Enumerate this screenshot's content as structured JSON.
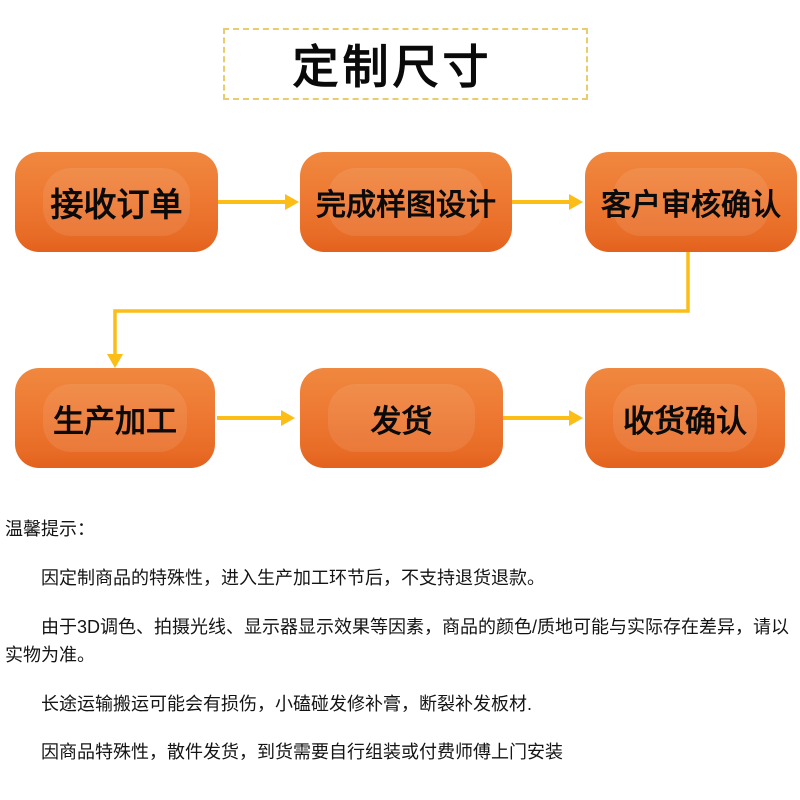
{
  "title": {
    "text": "定制尺寸"
  },
  "flowchart": {
    "steps": [
      {
        "label": "接收订单"
      },
      {
        "label": "完成样图设计"
      },
      {
        "label": "客户审核确认"
      },
      {
        "label": "生产加工"
      },
      {
        "label": "发货"
      },
      {
        "label": "收货确认"
      }
    ]
  },
  "tips": {
    "heading": "温馨提示：",
    "items": [
      "因定制商品的特殊性，进入生产加工环节后，不支持退货退款。",
      "由于3D调色、拍摄光线、显示器显示效果等因素，商品的颜色/质地可能与实际存在差异，请以实物为准。",
      "长途运输搬运可能会有损伤，小磕碰发修补膏，断裂补发板材.",
      "因商品特殊性，散件发货，到货需要自行组装或付费师傅上门安装"
    ]
  },
  "colors": {
    "box_orange": "#ee7a33",
    "box_orange_light": "#f0883f",
    "box_orange_dark": "#e2611d",
    "arrow_yellow": "#fcbd17",
    "title_border_gold": "#e9cc6e",
    "text_black": "#111111"
  }
}
